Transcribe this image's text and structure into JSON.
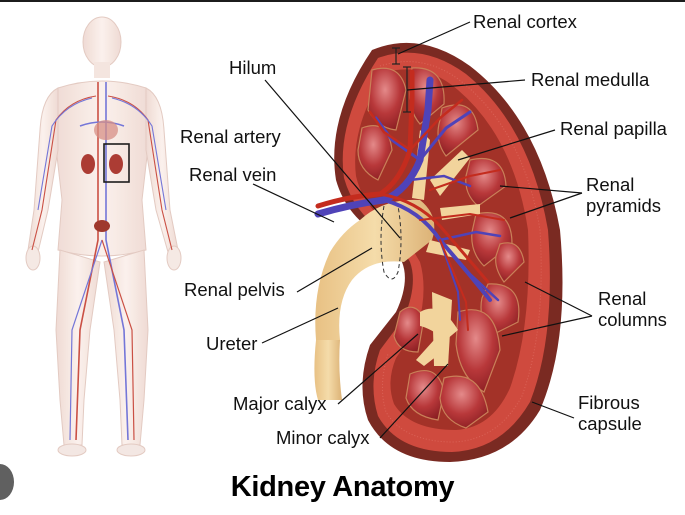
{
  "diagram": {
    "title": "Kidney Anatomy",
    "figures": {
      "body_figure": "human-body-circulatory-icon",
      "kidney_section": "kidney-cross-section-illustration",
      "highlight_box": "kidney-location-box"
    },
    "labels": {
      "renal_cortex": "Renal cortex",
      "hilum": "Hilum",
      "renal_medulla": "Renal medulla",
      "renal_artery": "Renal artery",
      "renal_papilla": "Renal papilla",
      "renal_vein": "Renal vein",
      "renal_pyramids_1": "Renal",
      "renal_pyramids_2": "pyramids",
      "renal_pelvis": "Renal pelvis",
      "renal_columns_1": "Renal",
      "renal_columns_2": "columns",
      "ureter": "Ureter",
      "major_calyx": "Major calyx",
      "fibrous_capsule_1": "Fibrous",
      "fibrous_capsule_2": "capsule",
      "minor_calyx": "Minor calyx"
    },
    "colors": {
      "cortex": "#c9443a",
      "capsule": "#7a2a22",
      "pyramid": "#b8383a",
      "pelvis": "#f0cf96",
      "artery": "#c0281c",
      "vein": "#4a3fb0",
      "skin": "#f6e4dc"
    }
  },
  "ui": {
    "floating_button": "scroll-button"
  }
}
